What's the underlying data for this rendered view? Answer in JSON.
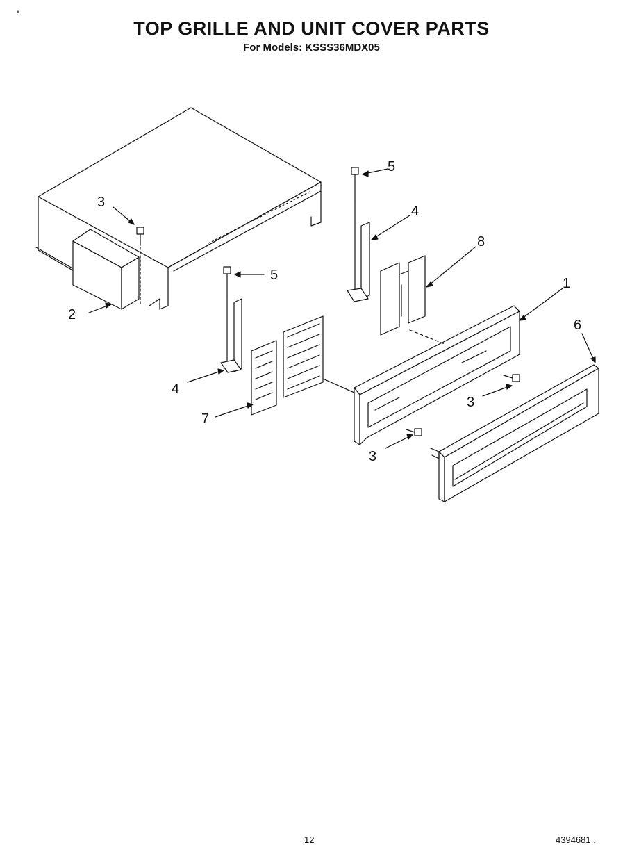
{
  "header": {
    "title": "TOP GRILLE AND UNIT COVER PARTS",
    "subtitle": "For Models: KSSS36MDX05",
    "corner_mark": "*"
  },
  "callouts": [
    "1",
    "2",
    "3",
    "3",
    "3",
    "4",
    "4",
    "5",
    "5",
    "6",
    "7",
    "8"
  ],
  "footer": {
    "page_number": "12",
    "part_number": "4394681 ."
  }
}
